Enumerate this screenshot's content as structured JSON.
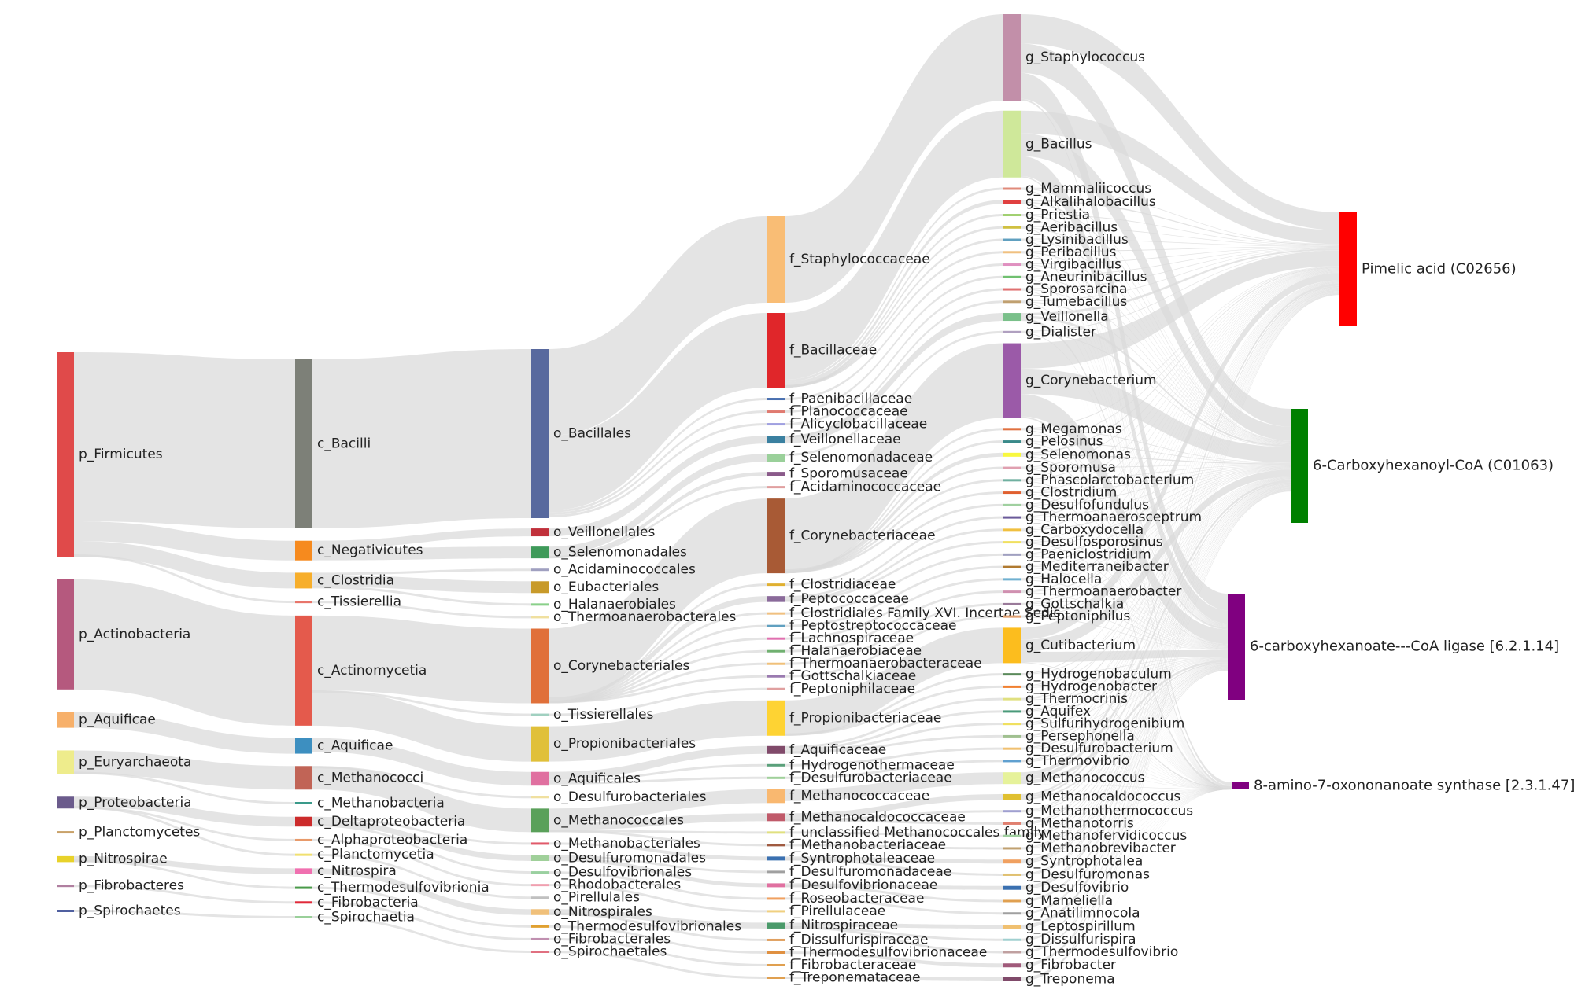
{
  "diagram": {
    "type": "sankey",
    "columns": [
      {
        "id": "phylum",
        "nodes": [
          {
            "label": "p_Firmicutes",
            "color": "#e04a4a",
            "value": 52
          },
          {
            "label": "p_Actinobacteria",
            "color": "#b5597e",
            "value": 28
          },
          {
            "label": "p_Aquificae",
            "color": "#f7b06a",
            "value": 4
          },
          {
            "label": "p_Euryarchaeota",
            "color": "#eeec8c",
            "value": 6
          },
          {
            "label": "p_Proteobacteria",
            "color": "#6b5b8c",
            "value": 3
          },
          {
            "label": "p_Planctomycetes",
            "color": "#c9a26a",
            "value": 0.5
          },
          {
            "label": "p_Nitrospirae",
            "color": "#e8d22a",
            "value": 1.5
          },
          {
            "label": "p_Fibrobacteres",
            "color": "#b07fa0",
            "value": 0.5
          },
          {
            "label": "p_Spirochaetes",
            "color": "#5060a0",
            "value": 0.5
          }
        ]
      },
      {
        "id": "class",
        "nodes": [
          {
            "label": "c_Bacilli",
            "color": "#7d8078",
            "value": 43
          },
          {
            "label": "c_Negativicutes",
            "color": "#f68a1e",
            "value": 5
          },
          {
            "label": "c_Clostridia",
            "color": "#f7ae2b",
            "value": 4
          },
          {
            "label": "c_Tissierellia",
            "color": "#e8756a",
            "value": 0.5
          },
          {
            "label": "c_Actinomycetia",
            "color": "#e45a4c",
            "value": 28
          },
          {
            "label": "c_Aquificae",
            "color": "#3d8fc0",
            "value": 4
          },
          {
            "label": "c_Methanococci",
            "color": "#c16456",
            "value": 6
          },
          {
            "label": "c_Methanobacteria",
            "color": "#3a9a8a",
            "value": 0.5
          },
          {
            "label": "c_Deltaproteobacteria",
            "color": "#cc2b2b",
            "value": 2.5
          },
          {
            "label": "c_Alphaproteobacteria",
            "color": "#e89a6a",
            "value": 0.5
          },
          {
            "label": "c_Planctomycetia",
            "color": "#f0e070",
            "value": 0.5
          },
          {
            "label": "c_Nitrospira",
            "color": "#f070b0",
            "value": 1.5
          },
          {
            "label": "c_Thermodesulfovibrionia",
            "color": "#4a9a4a",
            "value": 0.5
          },
          {
            "label": "c_Fibrobacteria",
            "color": "#e02a3a",
            "value": 0.5
          },
          {
            "label": "c_Spirochaetia",
            "color": "#9ad09a",
            "value": 0.5
          }
        ]
      },
      {
        "id": "order",
        "nodes": [
          {
            "label": "o_Bacillales",
            "color": "#58699e",
            "value": 43
          },
          {
            "label": "o_Veillonellales",
            "color": "#c0303a",
            "value": 2
          },
          {
            "label": "o_Selenomonadales",
            "color": "#3f9a5a",
            "value": 3
          },
          {
            "label": "o_Acidaminococcales",
            "color": "#a0a0c0",
            "value": 0.5
          },
          {
            "label": "o_Eubacteriales",
            "color": "#c89a2a",
            "value": 3
          },
          {
            "label": "o_Halanaerobiales",
            "color": "#8ad08a",
            "value": 0.5
          },
          {
            "label": "o_Thermoanaerobacterales",
            "color": "#f0e0a0",
            "value": 0.5
          },
          {
            "label": "o_Corynebacteriales",
            "color": "#e0703a",
            "value": 19
          },
          {
            "label": "o_Tissierellales",
            "color": "#a0d0c0",
            "value": 0.5
          },
          {
            "label": "o_Propionibacteriales",
            "color": "#e0c03a",
            "value": 9
          },
          {
            "label": "o_Aquificales",
            "color": "#e070a0",
            "value": 3.5
          },
          {
            "label": "o_Desulfurobacteriales",
            "color": "#f0e0a0",
            "value": 0.5
          },
          {
            "label": "o_Methanococcales",
            "color": "#5aa05a",
            "value": 6
          },
          {
            "label": "o_Methanobacteriales",
            "color": "#e05a6a",
            "value": 0.5
          },
          {
            "label": "o_Desulfuromonadales",
            "color": "#a0d09a",
            "value": 1.5
          },
          {
            "label": "o_Desulfovibrionales",
            "color": "#9ad0a0",
            "value": 0.5
          },
          {
            "label": "o_Rhodobacterales",
            "color": "#f0a0b0",
            "value": 0.5
          },
          {
            "label": "o_Pirellulales",
            "color": "#c0c0c0",
            "value": 0.5
          },
          {
            "label": "o_Nitrospirales",
            "color": "#f0c07a",
            "value": 1.5
          },
          {
            "label": "o_Thermodesulfovibrionales",
            "color": "#e0a030",
            "value": 0.5
          },
          {
            "label": "o_Fibrobacterales",
            "color": "#c090b0",
            "value": 0.5
          },
          {
            "label": "o_Spirochaetales",
            "color": "#e07080",
            "value": 0.5
          }
        ]
      },
      {
        "id": "family",
        "nodes": [
          {
            "label": "f_Staphylococcaceae",
            "color": "#f9bd75",
            "value": 22
          },
          {
            "label": "f_Bacillaceae",
            "color": "#e0262a",
            "value": 19
          },
          {
            "label": "f_Paenibacillaceae",
            "color": "#4a70b0",
            "value": 0.5
          },
          {
            "label": "f_Planococcaceae",
            "color": "#e07a70",
            "value": 0.5
          },
          {
            "label": "f_Alicyclobacillaceae",
            "color": "#a0a0e0",
            "value": 0.5
          },
          {
            "label": "f_Veillonellaceae",
            "color": "#3a80a0",
            "value": 2
          },
          {
            "label": "f_Selenomonadaceae",
            "color": "#9ad09a",
            "value": 2
          },
          {
            "label": "f_Sporomusaceae",
            "color": "#8a5a8a",
            "value": 1
          },
          {
            "label": "f_Acidaminococcaceae",
            "color": "#e0a0a0",
            "value": 0.5
          },
          {
            "label": "f_Corynebacteriaceae",
            "color": "#a85a35",
            "value": 19
          },
          {
            "label": "f_Clostridiaceae",
            "color": "#e0b030",
            "value": 0.5
          },
          {
            "label": "f_Peptococcaceae",
            "color": "#8a6a9a",
            "value": 1.5
          },
          {
            "label": "f_Clostridiales Family XVI. Incertae Sedis",
            "color": "#f0c080",
            "value": 0.5
          },
          {
            "label": "f_Peptostreptococcaceae",
            "color": "#60a0c0",
            "value": 0.5
          },
          {
            "label": "f_Lachnospiraceae",
            "color": "#e070b0",
            "value": 0.5
          },
          {
            "label": "f_Halanaerobiaceae",
            "color": "#70b070",
            "value": 0.5
          },
          {
            "label": "f_Thermoanaerobacteraceae",
            "color": "#f0c07a",
            "value": 0.5
          },
          {
            "label": "f_Gottschalkiaceae",
            "color": "#9a7ab0",
            "value": 0.5
          },
          {
            "label": "f_Peptoniphilaceae",
            "color": "#e0a0a0",
            "value": 0.5
          },
          {
            "label": "f_Propionibacteriaceae",
            "color": "#fed333",
            "value": 9
          },
          {
            "label": "f_Aquificaceae",
            "color": "#804a6a",
            "value": 2
          },
          {
            "label": "f_Hydrogenothermaceae",
            "color": "#5aa07a",
            "value": 0.5
          },
          {
            "label": "f_Desulfurobacteriaceae",
            "color": "#a0d09a",
            "value": 0.5
          },
          {
            "label": "f_Methanococcaceae",
            "color": "#f9b870",
            "value": 3.5
          },
          {
            "label": "f_Methanocaldococcaceae",
            "color": "#c05a6a",
            "value": 2
          },
          {
            "label": "f_unclassified Methanococcales family",
            "color": "#e0e080",
            "value": 0.5
          },
          {
            "label": "f_Methanobacteriaceae",
            "color": "#a05a40",
            "value": 0.5
          },
          {
            "label": "f_Syntrophotaleaceae",
            "color": "#3a70b0",
            "value": 1
          },
          {
            "label": "f_Desulfuromonadaceae",
            "color": "#a0a0a0",
            "value": 0.5
          },
          {
            "label": "f_Desulfovibrionaceae",
            "color": "#e070a0",
            "value": 1
          },
          {
            "label": "f_Roseobacteraceae",
            "color": "#f0a060",
            "value": 0.5
          },
          {
            "label": "f_Pirellulaceae",
            "color": "#f0d080",
            "value": 0.5
          },
          {
            "label": "f_Nitrospiraceae",
            "color": "#4a9a6a",
            "value": 1.5
          },
          {
            "label": "f_Dissulfurispiraceae",
            "color": "#e0a060",
            "value": 0.5
          },
          {
            "label": "f_Thermodesulfovibrionaceae",
            "color": "#e09040",
            "value": 0.5
          },
          {
            "label": "f_Fibrobacteraceae",
            "color": "#e0a050",
            "value": 0.5
          },
          {
            "label": "f_Treponemataceae",
            "color": "#e0a050",
            "value": 0.5
          }
        ]
      },
      {
        "id": "genus",
        "nodes": [
          {
            "label": "g_Staphylococcus",
            "color": "#c28fa9",
            "value": 22
          },
          {
            "label": "g_Bacillus",
            "color": "#cfe89a",
            "value": 17
          },
          {
            "label": "g_Mammaliicoccus",
            "color": "#e08a7a",
            "value": 0.5
          },
          {
            "label": "g_Alkalihalobacillus",
            "color": "#e04040",
            "value": 1
          },
          {
            "label": "g_Priestia",
            "color": "#a0d070",
            "value": 0.5
          },
          {
            "label": "g_Aeribacillus",
            "color": "#d0c040",
            "value": 0.5
          },
          {
            "label": "g_Lysinibacillus",
            "color": "#60a0c0",
            "value": 0.5
          },
          {
            "label": "g_Peribacillus",
            "color": "#f0c080",
            "value": 0.5
          },
          {
            "label": "g_Virgibacillus",
            "color": "#e090c0",
            "value": 0.5
          },
          {
            "label": "g_Aneurinibacillus",
            "color": "#70c070",
            "value": 0.5
          },
          {
            "label": "g_Sporosarcina",
            "color": "#e07070",
            "value": 0.5
          },
          {
            "label": "g_Tumebacillus",
            "color": "#c0a070",
            "value": 0.5
          },
          {
            "label": "g_Veillonella",
            "color": "#7ac08a",
            "value": 2
          },
          {
            "label": "g_Dialister",
            "color": "#b0a0c0",
            "value": 0.5
          },
          {
            "label": "g_Corynebacterium",
            "color": "#9b5aa8",
            "value": 19
          },
          {
            "label": "g_Megamonas",
            "color": "#e07040",
            "value": 0.5
          },
          {
            "label": "g_Pelosinus",
            "color": "#3a8a8a",
            "value": 0.5
          },
          {
            "label": "g_Selenomonas",
            "color": "#f8f840",
            "value": 1
          },
          {
            "label": "g_Sporomusa",
            "color": "#e0a0b0",
            "value": 0.5
          },
          {
            "label": "g_Phascolarctobacterium",
            "color": "#70b0a0",
            "value": 0.5
          },
          {
            "label": "g_Clostridium",
            "color": "#e06030",
            "value": 0.5
          },
          {
            "label": "g_Desulfofundulus",
            "color": "#a0d0a0",
            "value": 0.5
          },
          {
            "label": "g_Thermoanaerosceptrum",
            "color": "#6a5a9a",
            "value": 0.5
          },
          {
            "label": "g_Carboxydocella",
            "color": "#f0c040",
            "value": 0.5
          },
          {
            "label": "g_Desulfosporosinus",
            "color": "#f0e060",
            "value": 0.5
          },
          {
            "label": "g_Paeniclostridium",
            "color": "#a0a0c0",
            "value": 0.5
          },
          {
            "label": "g_Mediterraneibacter",
            "color": "#b07a30",
            "value": 0.5
          },
          {
            "label": "g_Halocella",
            "color": "#70b0d0",
            "value": 0.5
          },
          {
            "label": "g_Thermoanaerobacter",
            "color": "#d090b0",
            "value": 0.5
          },
          {
            "label": "g_Gottschalkia",
            "color": "#9a7a9a",
            "value": 0.5
          },
          {
            "label": "g_Peptoniphilus",
            "color": "#e0a070",
            "value": 0.5
          },
          {
            "label": "g_Cutibacterium",
            "color": "#fcbd1e",
            "value": 9
          },
          {
            "label": "g_Hydrogenobaculum",
            "color": "#5a8a5a",
            "value": 0.5
          },
          {
            "label": "g_Hydrogenobacter",
            "color": "#f08030",
            "value": 0.5
          },
          {
            "label": "g_Thermocrinis",
            "color": "#e0e080",
            "value": 0.5
          },
          {
            "label": "g_Aquifex",
            "color": "#4a9a7a",
            "value": 0.5
          },
          {
            "label": "g_Sulfurihydrogenibium",
            "color": "#f0e060",
            "value": 0.5
          },
          {
            "label": "g_Persephonella",
            "color": "#a0c090",
            "value": 0.5
          },
          {
            "label": "g_Desulfurobacterium",
            "color": "#f0c070",
            "value": 0.5
          },
          {
            "label": "g_Thermovibrio",
            "color": "#60a0d0",
            "value": 0.5
          },
          {
            "label": "g_Methanococcus",
            "color": "#e6f29a",
            "value": 3
          },
          {
            "label": "g_Methanocaldococcus",
            "color": "#e0c030",
            "value": 1.5
          },
          {
            "label": "g_Methanothermococcus",
            "color": "#a0a0d0",
            "value": 0.5
          },
          {
            "label": "g_Methanotorris",
            "color": "#e08070",
            "value": 0.5
          },
          {
            "label": "g_Methanofervidicoccus",
            "color": "#a0d0a0",
            "value": 0.5
          },
          {
            "label": "g_Methanobrevibacter",
            "color": "#c0a070",
            "value": 0.5
          },
          {
            "label": "g_Syntrophotalea",
            "color": "#f0a060",
            "value": 1
          },
          {
            "label": "g_Desulfuromonas",
            "color": "#e0c070",
            "value": 0.5
          },
          {
            "label": "g_Desulfovibrio",
            "color": "#3a70b0",
            "value": 1
          },
          {
            "label": "g_Mameliella",
            "color": "#e0a050",
            "value": 0.5
          },
          {
            "label": "g_Anatilimnocola",
            "color": "#a0a0a0",
            "value": 0.5
          },
          {
            "label": "g_Leptospirillum",
            "color": "#f0c070",
            "value": 1
          },
          {
            "label": "g_Dissulfurispira",
            "color": "#a0d0d0",
            "value": 0.5
          },
          {
            "label": "g_Thermodesulfovibrio",
            "color": "#c0a0a0",
            "value": 0.5
          },
          {
            "label": "g_Fibrobacter",
            "color": "#a05a7a",
            "value": 1
          },
          {
            "label": "g_Treponema",
            "color": "#804a6a",
            "value": 1
          }
        ]
      }
    ],
    "targets": [
      {
        "label": "Pimelic acid (C02656)",
        "color": "#ff0000",
        "value": 40
      },
      {
        "label": "6-Carboxyhexanoyl-CoA (C01063)",
        "color": "#008000",
        "value": 40
      },
      {
        "label": "6-carboxyhexanoate---CoA ligase [6.2.1.14]",
        "color": "#800080",
        "value": 37
      },
      {
        "label": "8-amino-7-oxononanoate synthase [2.3.1.47]",
        "color": "#800080",
        "value": 3
      }
    ]
  }
}
